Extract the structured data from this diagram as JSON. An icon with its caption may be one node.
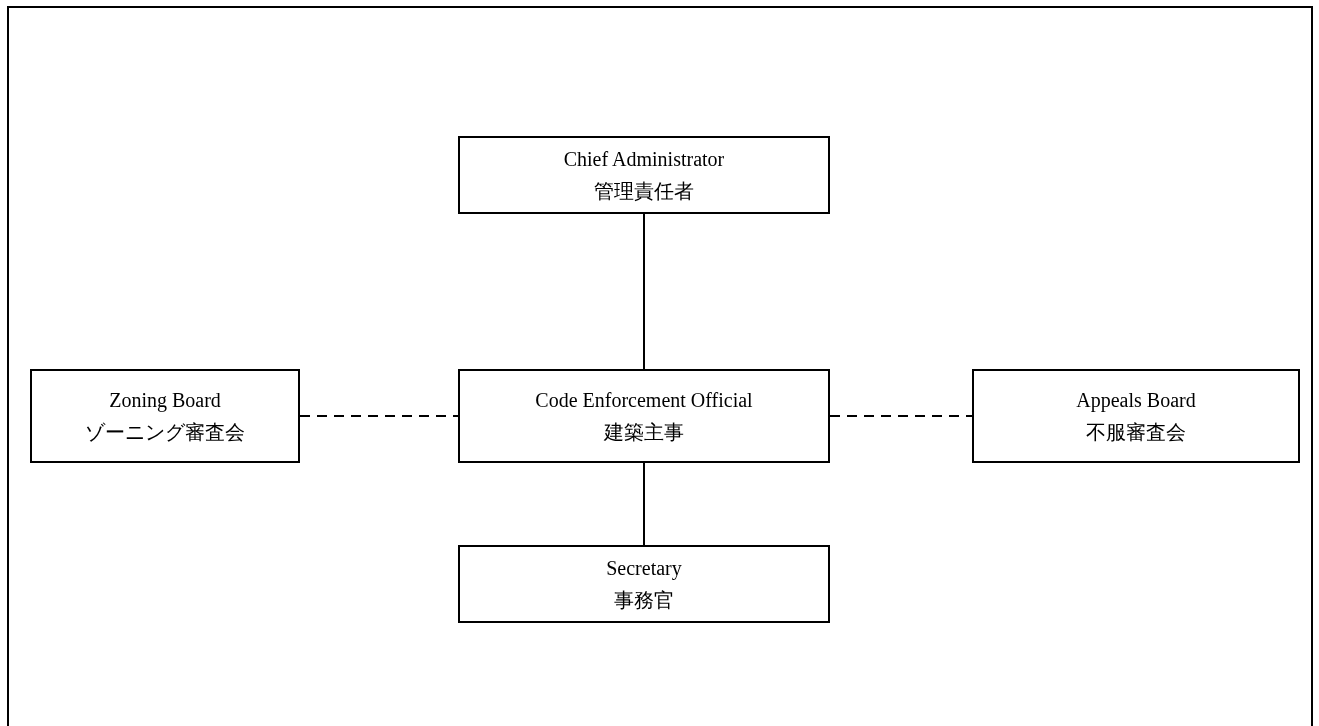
{
  "diagram": {
    "nodes": [
      {
        "text": [
          "Chief Administrator",
          "管理責任者"
        ]
      },
      {
        "text": [
          "Zoning Board",
          "ゾーニング審査会"
        ]
      },
      {
        "text": [
          "Code Enforcement Official",
          "建築主事"
        ]
      },
      {
        "text": [
          "Appeals Board",
          "不服審査会"
        ]
      },
      {
        "text": [
          "Secretary",
          "事務官"
        ]
      }
    ],
    "edges": [
      {
        "from": 0,
        "to": 2,
        "arrow": "none"
      },
      {
        "from": 1,
        "to": 2,
        "arrow": "none",
        "style": "dashed"
      },
      {
        "from": 2,
        "to": 3,
        "arrow": "none",
        "style": "dashed"
      },
      {
        "from": 2,
        "to": 4,
        "arrow": "none"
      }
    ]
  }
}
